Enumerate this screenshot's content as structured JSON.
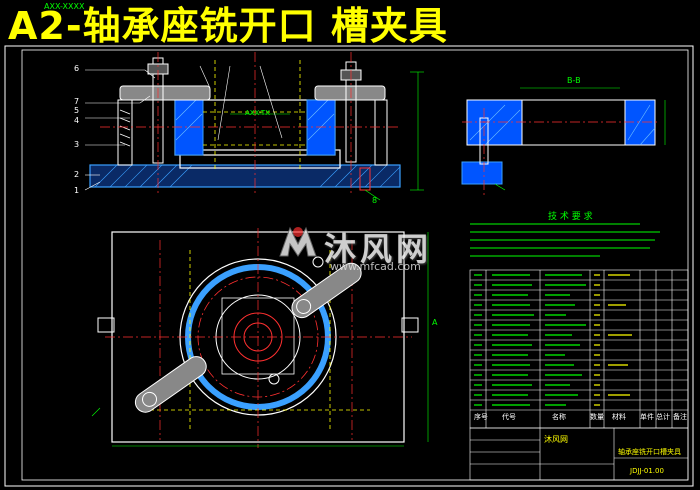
{
  "title": "A2-轴承座铣开口 槽夹具",
  "top_tag": "AXX-XXXX",
  "section_label": "B-B",
  "dim_label": "AXX-TX",
  "tech_requirements_title": "技 术 要 求",
  "watermark": {
    "text": "沐风网",
    "url": "www.mfcad.com"
  },
  "part_callouts": [
    "6",
    "7",
    "5",
    "4",
    "3",
    "2",
    "1"
  ],
  "side_callouts": [
    "A",
    "8"
  ],
  "bom_header": [
    "序号",
    "代号",
    "名称",
    "数量",
    "材料",
    "单件",
    "总计",
    "备注"
  ],
  "title_block": {
    "drawing_name": "轴承座铣开口槽夹具",
    "code": "JDJJ-01.00",
    "unit": "沐风网"
  },
  "colors": {
    "background": "#000000",
    "title": "#ffff00",
    "outline": "#ffffff",
    "centerline": "#ff3030",
    "hidden": "#ffff00",
    "dimension": "#00ff00",
    "hatch": "#3aa0ff",
    "section_fill": "#0055ff"
  }
}
